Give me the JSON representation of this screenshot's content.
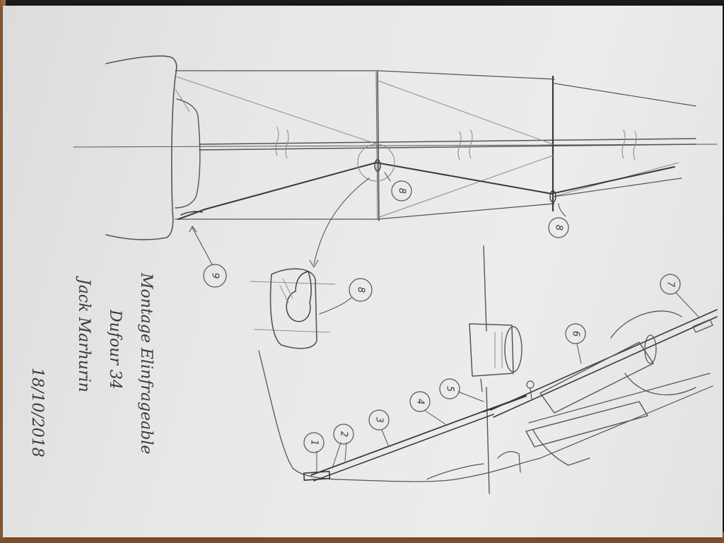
{
  "note": {
    "line1": "Montage Elinfrageable",
    "line2": "Dufour 34",
    "line3": "Jack Marhurin",
    "date": "18/10/2018"
  },
  "callouts": {
    "c1": "1",
    "c2": "2",
    "c3": "3",
    "c4": "4",
    "c5": "5",
    "c6": "6",
    "c7": "7",
    "c8_top": "8",
    "c8_right": "8",
    "c8_detail": "8",
    "c9": "9"
  },
  "colors": {
    "paper": "#e8e8e6",
    "pencil": "#555555",
    "table": "#8a5a34"
  }
}
